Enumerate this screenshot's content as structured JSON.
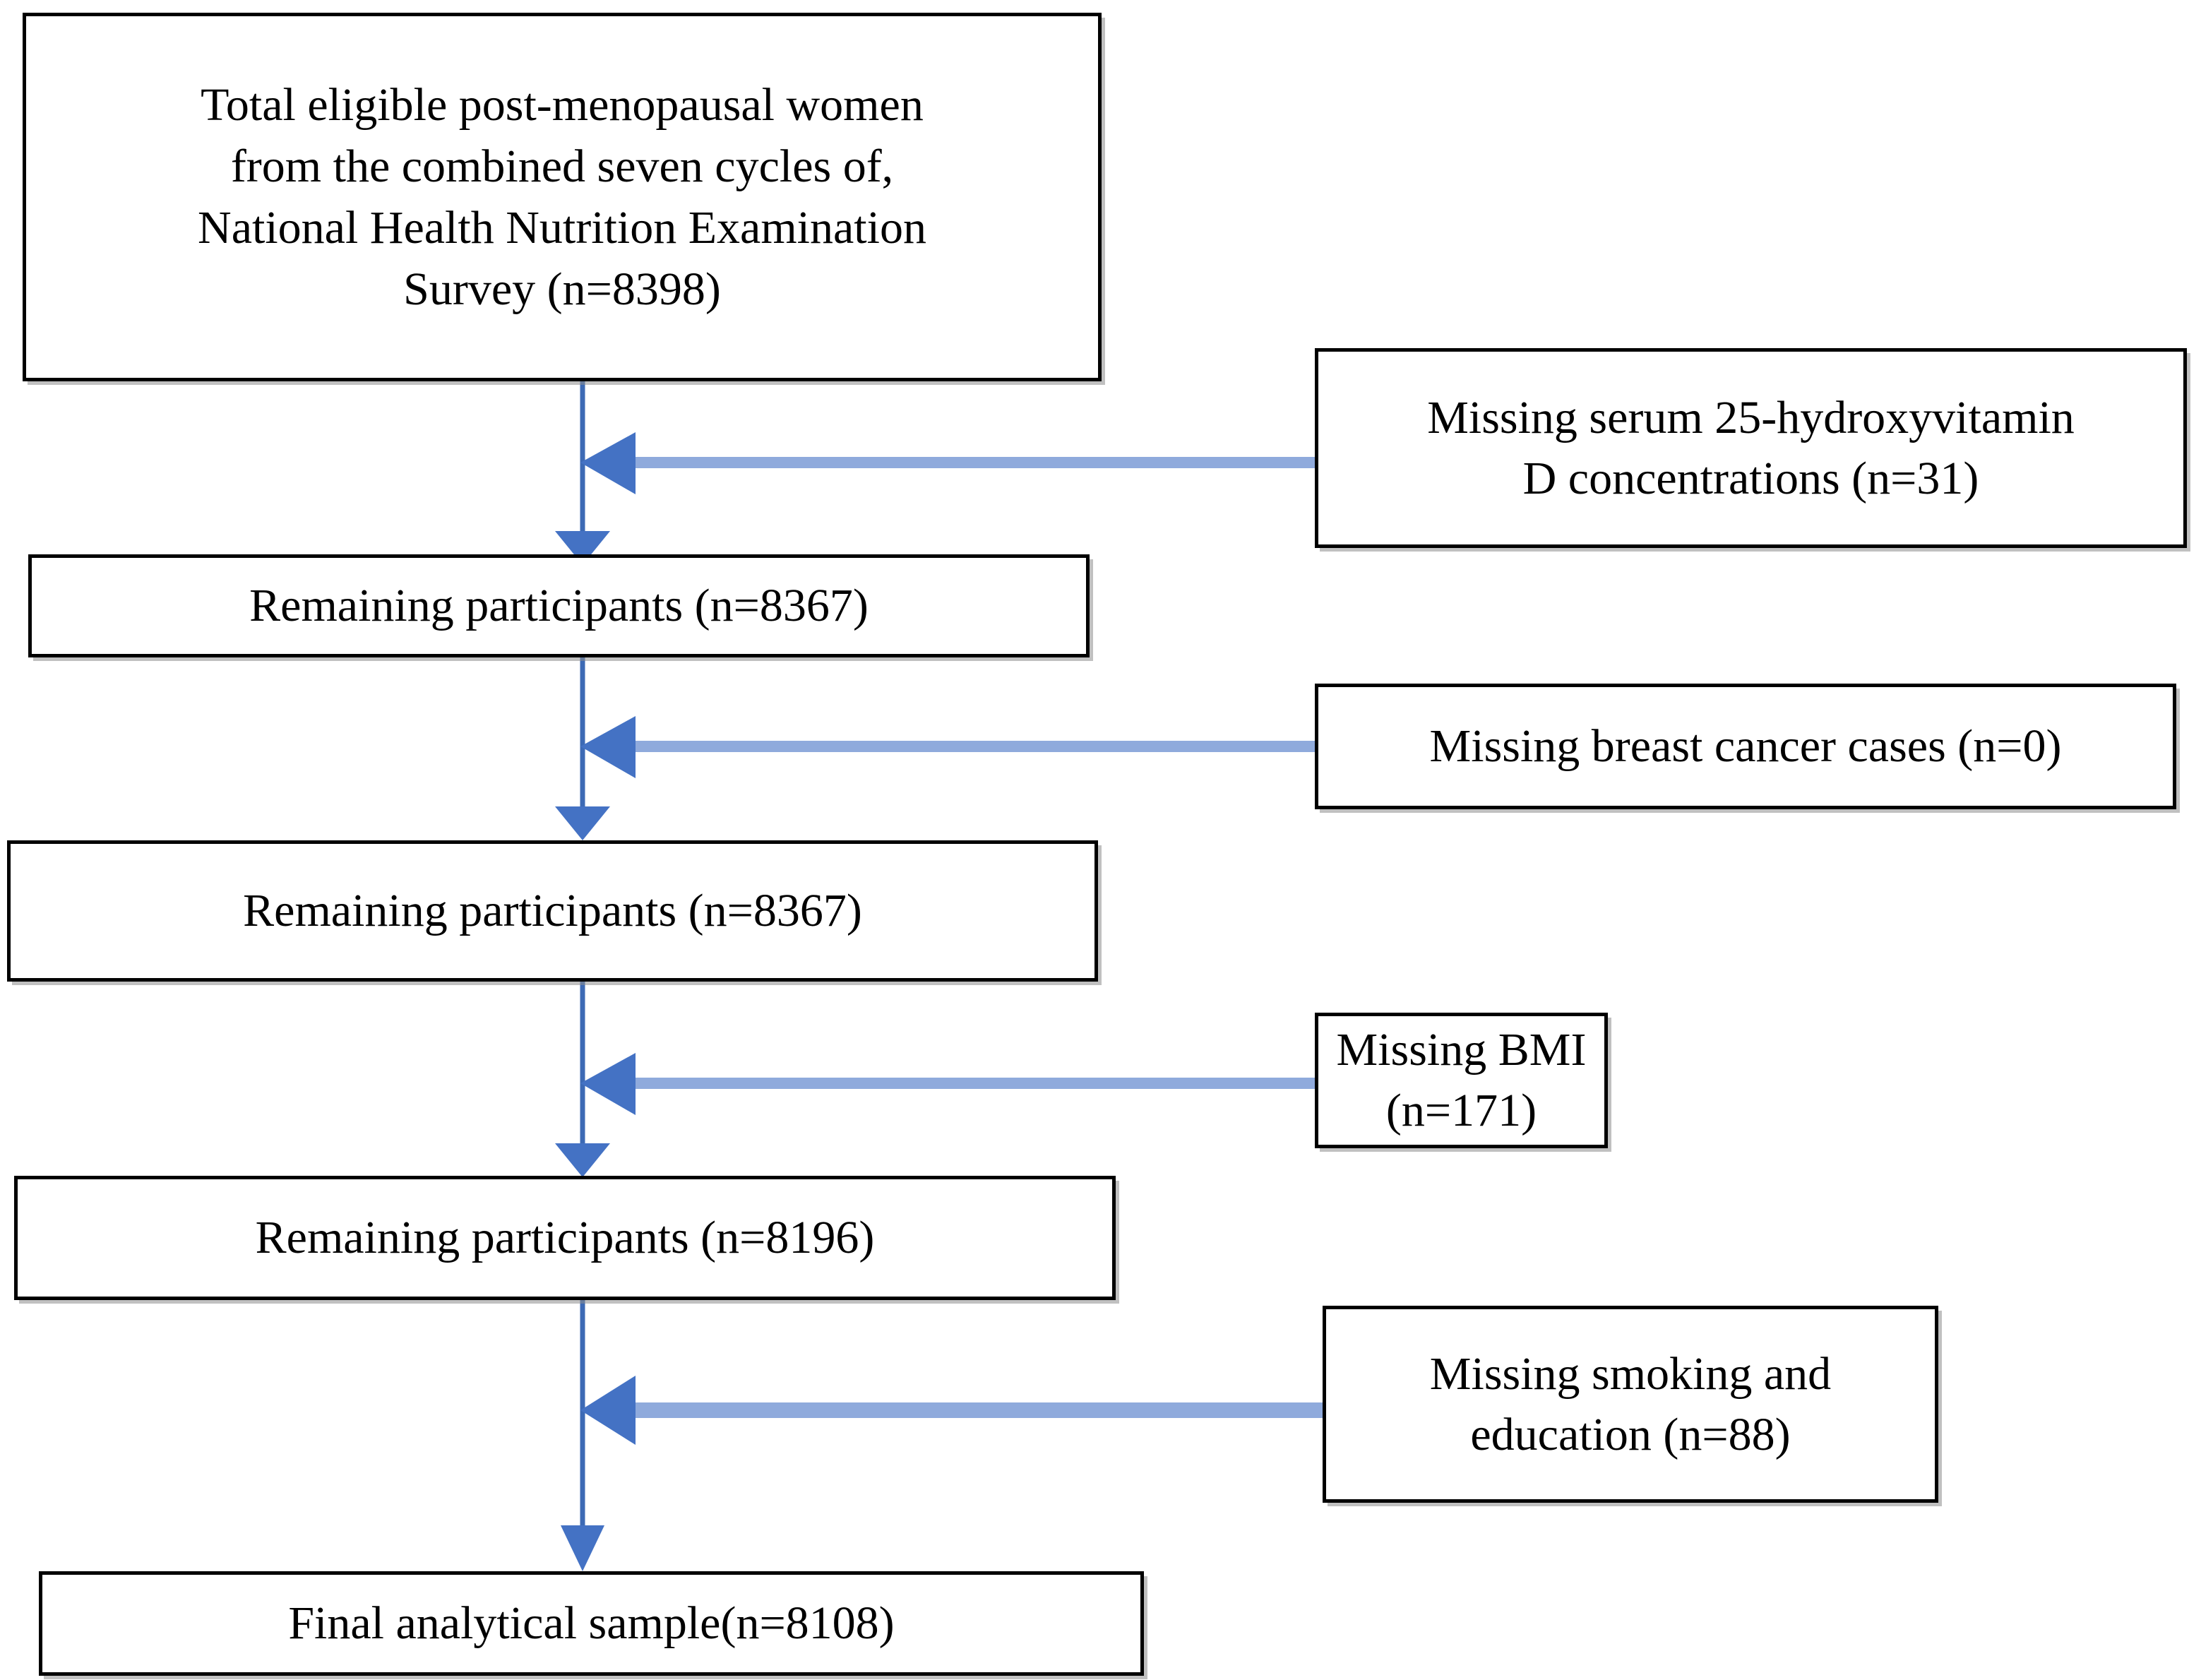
{
  "figure": {
    "type": "flowchart",
    "orientation": "top-to-bottom",
    "title": "Participant selection flow diagram",
    "colors": {
      "box_border": "#000000",
      "box_fill": "#ffffff",
      "text": "#000000",
      "arrow_head": "#4472c4",
      "arrow_shaft_vertical": "#3d6ab5",
      "arrow_shaft_horizontal": "#8faadc",
      "box_shadow": "#8c8c8c"
    }
  },
  "nodes": {
    "total": {
      "id": "total-eligible",
      "label": "Total eligible post-menopausal women\nfrom the combined seven cycles of,\nNational Health Nutrition Examination\nSurvey (n=8398)",
      "n": 8398
    },
    "remaining_1": {
      "id": "remaining-participants-1",
      "label": "Remaining participants (n=8367)",
      "n": 8367
    },
    "remaining_2": {
      "id": "remaining-participants-2",
      "label": "Remaining participants (n=8367)",
      "n": 8367
    },
    "remaining_3": {
      "id": "remaining-participants-3",
      "label": "Remaining participants (n=8196)",
      "n": 8196
    },
    "final": {
      "id": "final-analytical-sample",
      "label": "Final analytical sample(n=8108)",
      "n": 8108
    }
  },
  "exclusions": {
    "vitamin_d": {
      "id": "missing-serum-vitamin-d",
      "label": "Missing serum 25-hydroxyvitamin\nD concentrations (n=31)",
      "n": 31
    },
    "breast_cancer": {
      "id": "missing-breast-cancer-cases",
      "label": "Missing breast cancer cases (n=0)",
      "n": 0
    },
    "bmi": {
      "id": "missing-bmi",
      "label": "Missing BMI (n=171)",
      "n": 171
    },
    "smoking_education": {
      "id": "missing-smoking-and-education",
      "label": "Missing smoking and\neducation (n=88)",
      "n": 88
    }
  },
  "chart_data": {
    "type": "flowchart",
    "title": "Participant selection flow diagram",
    "steps": [
      {
        "stage": "Total eligible post-menopausal women from the combined seven cycles of, National Health Nutrition Examination Survey",
        "n": 8398,
        "excluded": 31,
        "exclusion_reason": "Missing serum 25-hydroxyvitamin D concentrations"
      },
      {
        "stage": "Remaining participants",
        "n": 8367,
        "excluded": 0,
        "exclusion_reason": "Missing breast cancer cases"
      },
      {
        "stage": "Remaining participants",
        "n": 8367,
        "excluded": 171,
        "exclusion_reason": "Missing BMI"
      },
      {
        "stage": "Remaining participants",
        "n": 8196,
        "excluded": 88,
        "exclusion_reason": "Missing smoking and education"
      },
      {
        "stage": "Final analytical sample",
        "n": 8108,
        "excluded": null,
        "exclusion_reason": null
      }
    ],
    "node_labels": [
      "Total eligible post-menopausal women from the combined seven cycles of, National Health Nutrition Examination Survey (n=8398)",
      "Remaining participants (n=8367)",
      "Remaining participants (n=8367)",
      "Remaining participants (n=8196)",
      "Final analytical sample(n=8108)"
    ],
    "exclusion_labels": [
      "Missing serum 25-hydroxyvitamin D concentrations (n=31)",
      "Missing breast cancer cases (n=0)",
      "Missing BMI (n=171)",
      "Missing smoking and education (n=88)"
    ],
    "node_values": [
      8398,
      8367,
      8367,
      8196,
      8108
    ],
    "exclusion_values": [
      31,
      0,
      171,
      88
    ]
  }
}
